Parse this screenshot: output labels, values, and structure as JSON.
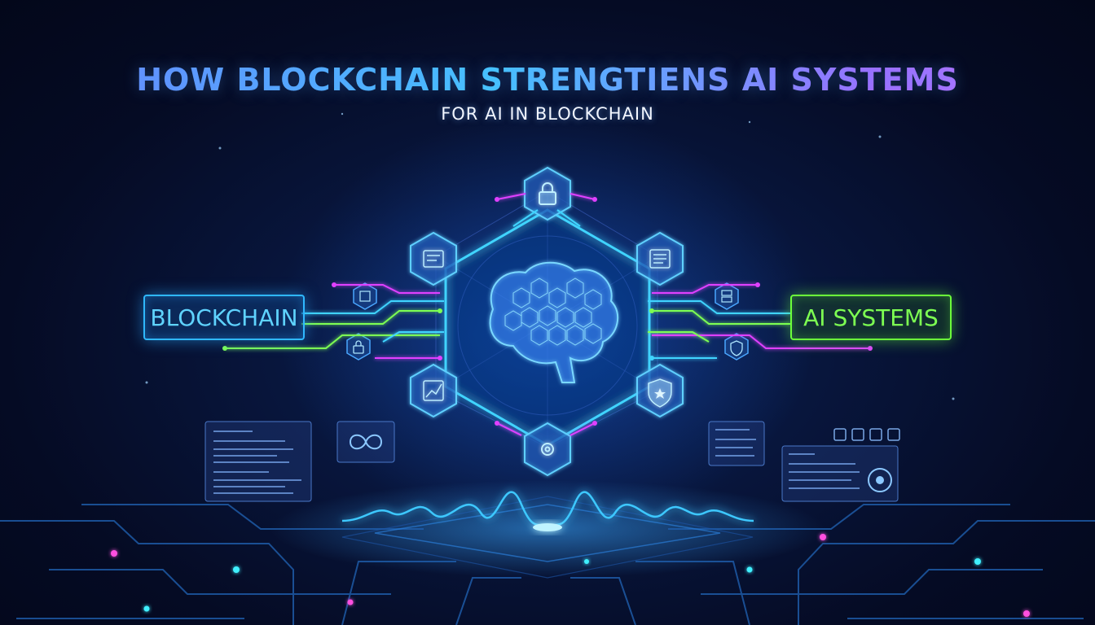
{
  "header": {
    "title": "HOW BLOCKCHAIN STRENGTIENS AI SYSTEMS",
    "subtitle": "FOR AI IN BLOCKCHAIN"
  },
  "labels": {
    "left": "BLOCKCHAIN",
    "right": "AI SYSTEMS"
  },
  "colors": {
    "background": "#050b24",
    "cyan_accent": "#2fb8ff",
    "green_accent": "#6cff3a",
    "magenta_accent": "#e040ff",
    "title_gradient_start": "#6f7cff",
    "title_gradient_end": "#c177ff"
  },
  "icons": {
    "hex_nodes": [
      "lock-icon",
      "circuit-icon",
      "document-icon",
      "chart-icon",
      "shield-icon",
      "gear-icon"
    ],
    "small_nodes": [
      "chip-icon",
      "lock-icon",
      "server-icon",
      "shield-icon"
    ],
    "center": "brain-icon"
  }
}
